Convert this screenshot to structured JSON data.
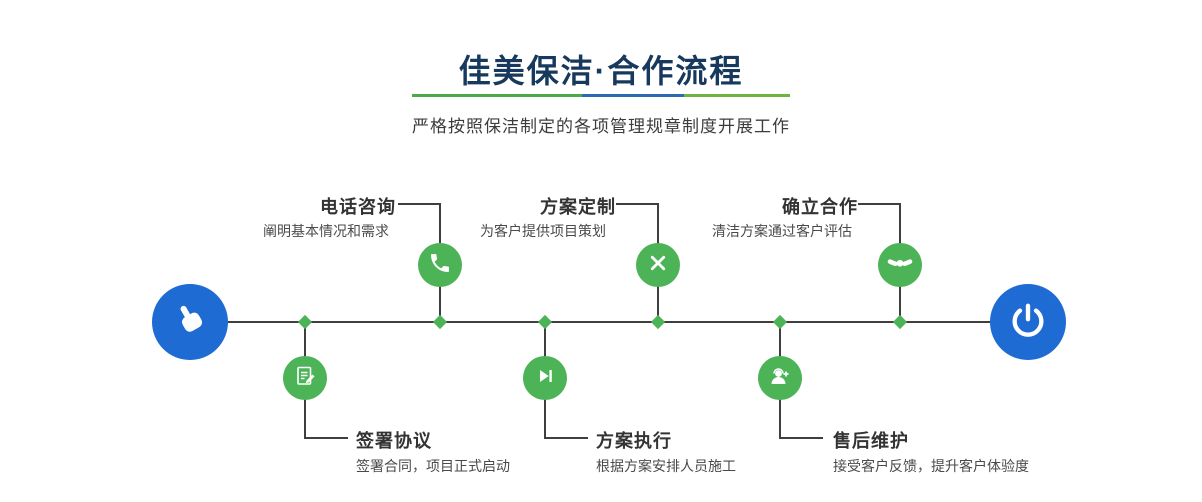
{
  "header": {
    "title": "佳美保洁·合作流程",
    "subtitle": "严格按照保洁制定的各项管理规章制度开展工作"
  },
  "colors": {
    "green": "#4cb356",
    "blue": "#1e6bd3",
    "navy": "#17395d",
    "line": "#3f3f3f"
  },
  "timeline": {
    "start_icon": "hand-pointer-icon",
    "end_icon": "power-icon",
    "steps_top": [
      {
        "title": "电话咨询",
        "desc": "阐明基本情况和需求",
        "icon": "phone-icon"
      },
      {
        "title": "方案定制",
        "desc": "为客户提供项目策划",
        "icon": "design-tools-icon"
      },
      {
        "title": "确立合作",
        "desc": "清洁方案通过客户评估",
        "icon": "handshake-icon"
      }
    ],
    "steps_bottom": [
      {
        "title": "签署协议",
        "desc": "签署合同，项目正式启动",
        "icon": "sign-document-icon"
      },
      {
        "title": "方案执行",
        "desc": "根据方案安排人员施工",
        "icon": "play-icon"
      },
      {
        "title": "售后维护",
        "desc": "接受客户反馈，提升客户体验度",
        "icon": "customer-service-icon"
      }
    ]
  }
}
